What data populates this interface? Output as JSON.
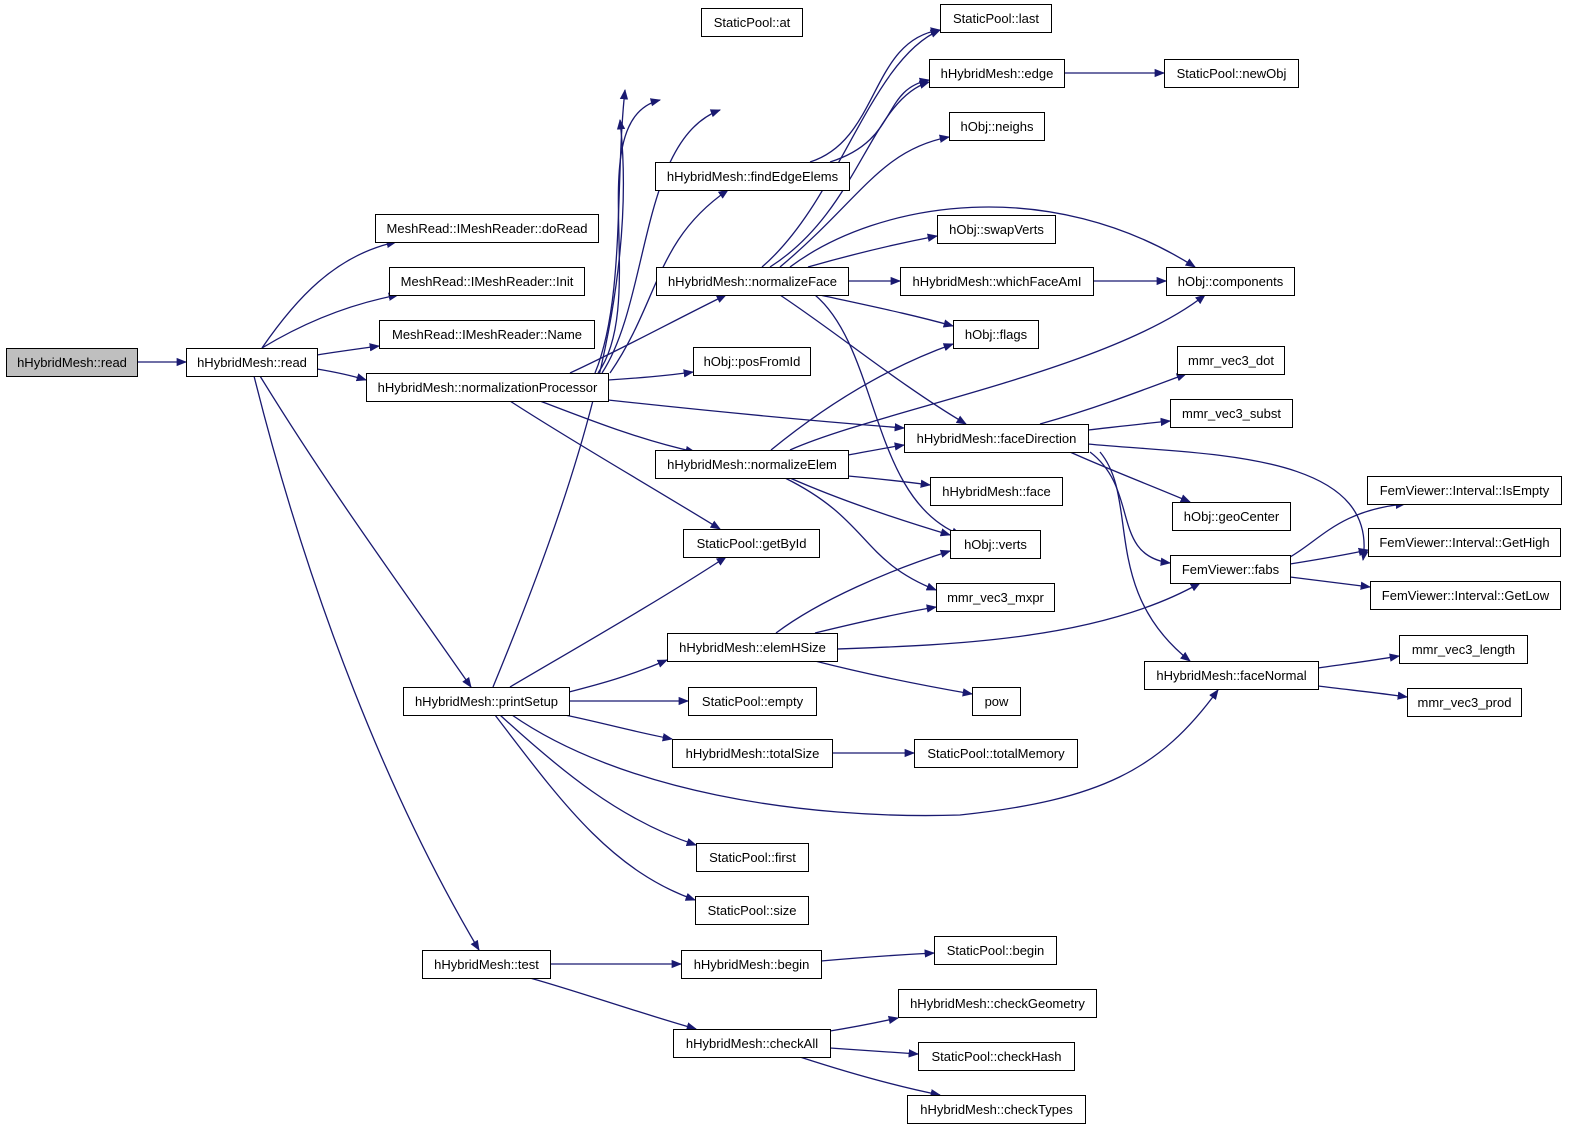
{
  "colors": {
    "edge": "#191970",
    "root_fill": "#bfbfbf",
    "node_fill": "#ffffff",
    "border": "#000000"
  },
  "nodes": [
    {
      "id": "root",
      "label": "hHybridMesh::read",
      "root": true
    },
    {
      "id": "read",
      "label": "hHybridMesh::read"
    },
    {
      "id": "doRead",
      "label": "MeshRead::IMeshReader::doRead"
    },
    {
      "id": "init",
      "label": "MeshRead::IMeshReader::Init"
    },
    {
      "id": "name",
      "label": "MeshRead::IMeshReader::Name"
    },
    {
      "id": "normProc",
      "label": "hHybridMesh::normalizationProcessor"
    },
    {
      "id": "printSetup",
      "label": "hHybridMesh::printSetup"
    },
    {
      "id": "test",
      "label": "hHybridMesh::test"
    },
    {
      "id": "spAt",
      "label": "StaticPool::at"
    },
    {
      "id": "spLast",
      "label": "StaticPool::last"
    },
    {
      "id": "edge",
      "label": "hHybridMesh::edge"
    },
    {
      "id": "spNewObj",
      "label": "StaticPool::newObj"
    },
    {
      "id": "neighs",
      "label": "hObj::neighs"
    },
    {
      "id": "findEdge",
      "label": "hHybridMesh::findEdgeElems"
    },
    {
      "id": "swapVerts",
      "label": "hObj::swapVerts"
    },
    {
      "id": "normFace",
      "label": "hHybridMesh::normalizeFace"
    },
    {
      "id": "whichFace",
      "label": "hHybridMesh::whichFaceAmI"
    },
    {
      "id": "components",
      "label": "hObj::components"
    },
    {
      "id": "flags",
      "label": "hObj::flags"
    },
    {
      "id": "posFromId",
      "label": "hObj::posFromId"
    },
    {
      "id": "dot",
      "label": "mmr_vec3_dot"
    },
    {
      "id": "subst",
      "label": "mmr_vec3_subst"
    },
    {
      "id": "faceDir",
      "label": "hHybridMesh::faceDirection"
    },
    {
      "id": "normElem",
      "label": "hHybridMesh::normalizeElem"
    },
    {
      "id": "face",
      "label": "hHybridMesh::face"
    },
    {
      "id": "geoCenter",
      "label": "hObj::geoCenter"
    },
    {
      "id": "isEmpty",
      "label": "FemViewer::Interval::IsEmpty"
    },
    {
      "id": "getById",
      "label": "StaticPool::getById"
    },
    {
      "id": "verts",
      "label": "hObj::verts"
    },
    {
      "id": "getHigh",
      "label": "FemViewer::Interval::GetHigh"
    },
    {
      "id": "fabs",
      "label": "FemViewer::fabs"
    },
    {
      "id": "mxpr",
      "label": "mmr_vec3_mxpr"
    },
    {
      "id": "getLow",
      "label": "FemViewer::Interval::GetLow"
    },
    {
      "id": "elemH",
      "label": "hHybridMesh::elemHSize"
    },
    {
      "id": "length",
      "label": "mmr_vec3_length"
    },
    {
      "id": "faceNormal",
      "label": "hHybridMesh::faceNormal"
    },
    {
      "id": "pow",
      "label": "pow"
    },
    {
      "id": "spEmpty",
      "label": "StaticPool::empty"
    },
    {
      "id": "prod",
      "label": "mmr_vec3_prod"
    },
    {
      "id": "totalSize",
      "label": "hHybridMesh::totalSize"
    },
    {
      "id": "totalMem",
      "label": "StaticPool::totalMemory"
    },
    {
      "id": "spFirst",
      "label": "StaticPool::first"
    },
    {
      "id": "spSize",
      "label": "StaticPool::size"
    },
    {
      "id": "begin",
      "label": "hHybridMesh::begin"
    },
    {
      "id": "spBegin",
      "label": "StaticPool::begin"
    },
    {
      "id": "checkGeom",
      "label": "hHybridMesh::checkGeometry"
    },
    {
      "id": "checkAll",
      "label": "hHybridMesh::checkAll"
    },
    {
      "id": "checkHash",
      "label": "StaticPool::checkHash"
    },
    {
      "id": "checkTypes",
      "label": "hHybridMesh::checkTypes"
    }
  ],
  "edges": [
    [
      "root",
      "read"
    ],
    [
      "read",
      "doRead"
    ],
    [
      "read",
      "init"
    ],
    [
      "read",
      "name"
    ],
    [
      "read",
      "normProc"
    ],
    [
      "read",
      "printSetup"
    ],
    [
      "read",
      "test"
    ],
    [
      "normProc",
      "spAt"
    ],
    [
      "normProc",
      "spLast"
    ],
    [
      "normProc",
      "edge"
    ],
    [
      "normProc",
      "findEdge"
    ],
    [
      "normProc",
      "normFace"
    ],
    [
      "normProc",
      "posFromId"
    ],
    [
      "normProc",
      "faceDir"
    ],
    [
      "normProc",
      "normElem"
    ],
    [
      "normProc",
      "getById"
    ],
    [
      "edge",
      "spNewObj"
    ],
    [
      "findEdge",
      "spLast"
    ],
    [
      "findEdge",
      "edge"
    ],
    [
      "normFace",
      "spLast"
    ],
    [
      "normFace",
      "edge"
    ],
    [
      "normFace",
      "neighs"
    ],
    [
      "normFace",
      "components"
    ],
    [
      "normFace",
      "swapVerts"
    ],
    [
      "normFace",
      "whichFace"
    ],
    [
      "normFace",
      "flags"
    ],
    [
      "normFace",
      "faceDir"
    ],
    [
      "normFace",
      "verts"
    ],
    [
      "whichFace",
      "components"
    ],
    [
      "normElem",
      "flags"
    ],
    [
      "normElem",
      "components"
    ],
    [
      "normElem",
      "faceDir"
    ],
    [
      "normElem",
      "face"
    ],
    [
      "normElem",
      "verts"
    ],
    [
      "normElem",
      "mxpr"
    ],
    [
      "faceDir",
      "dot"
    ],
    [
      "faceDir",
      "subst"
    ],
    [
      "faceDir",
      "geoCenter"
    ],
    [
      "faceDir",
      "fabs"
    ],
    [
      "faceDir",
      "length"
    ],
    [
      "faceDir",
      "faceNormal"
    ],
    [
      "fabs",
      "isEmpty"
    ],
    [
      "fabs",
      "getHigh"
    ],
    [
      "fabs",
      "getLow"
    ],
    [
      "elemH",
      "verts"
    ],
    [
      "elemH",
      "mxpr"
    ],
    [
      "elemH",
      "fabs"
    ],
    [
      "elemH",
      "pow"
    ],
    [
      "faceNormal",
      "length"
    ],
    [
      "faceNormal",
      "prod"
    ],
    [
      "printSetup",
      "spLast"
    ],
    [
      "printSetup",
      "getById"
    ],
    [
      "printSetup",
      "elemH"
    ],
    [
      "printSetup",
      "spEmpty"
    ],
    [
      "printSetup",
      "totalSize"
    ],
    [
      "printSetup",
      "faceNormal"
    ],
    [
      "printSetup",
      "spFirst"
    ],
    [
      "printSetup",
      "spSize"
    ],
    [
      "totalSize",
      "totalMem"
    ],
    [
      "test",
      "begin"
    ],
    [
      "test",
      "checkAll"
    ],
    [
      "begin",
      "spBegin"
    ],
    [
      "checkAll",
      "checkGeom"
    ],
    [
      "checkAll",
      "checkHash"
    ],
    [
      "checkAll",
      "checkTypes"
    ]
  ]
}
